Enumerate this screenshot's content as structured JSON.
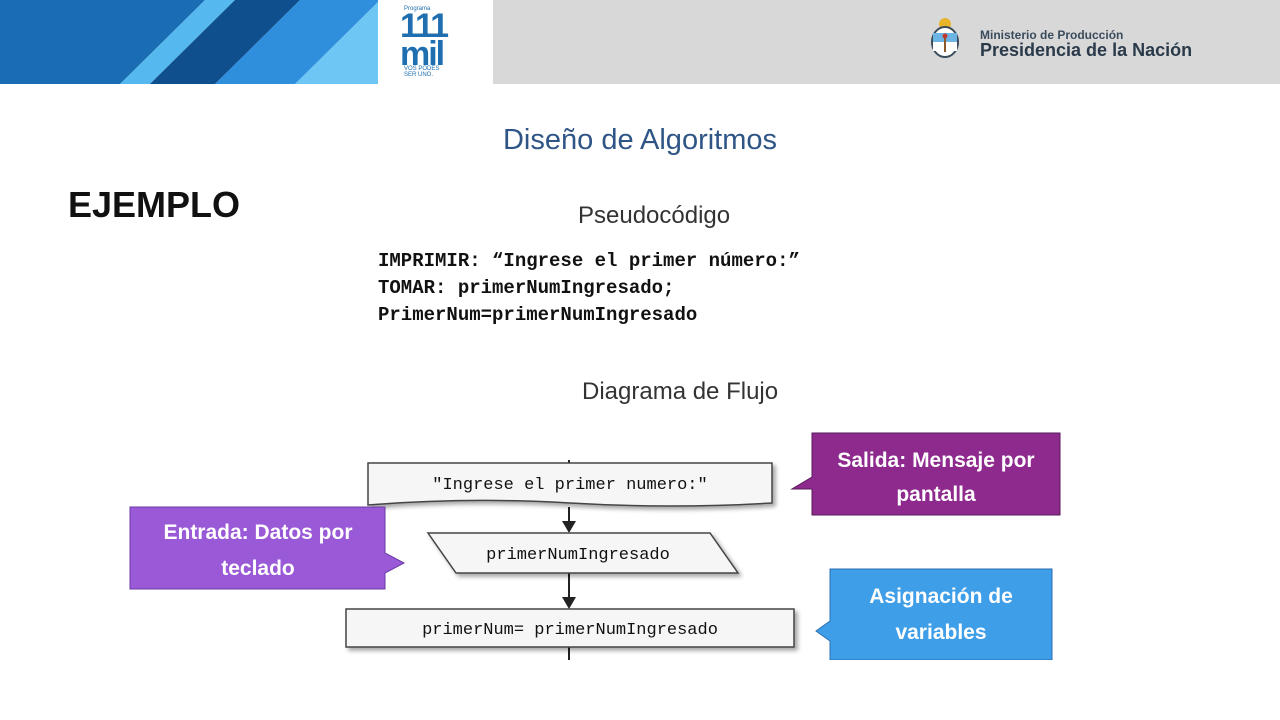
{
  "header": {
    "logo": {
      "program_label": "Programa",
      "number_top": "111",
      "number_bottom": "mil",
      "tagline_1": "VOS PODÉS",
      "tagline_2": "SER UNO."
    },
    "ministry": {
      "line1": "Ministerio de Producción",
      "line2": "Presidencia de la Nación"
    }
  },
  "slide": {
    "title": "Diseño de Algoritmos",
    "label": "EJEMPLO",
    "pseudocode_heading": "Pseudocódigo",
    "pseudocode_lines": [
      "IMPRIMIR: “Ingrese el primer número:”",
      "TOMAR: primerNumIngresado;",
      "PrimerNum=primerNumIngresado"
    ],
    "flowchart_heading": "Diagrama de Flujo"
  },
  "flowchart": {
    "output_box": "\"Ingrese el primer numero:\"",
    "input_box": "primerNumIngresado",
    "process_box": "primerNum= primerNumIngresado",
    "callouts": {
      "output": {
        "line1": "Salida: Mensaje por",
        "line2": "pantalla",
        "color": "#8e2a8e"
      },
      "input": {
        "line1": "Entrada: Datos por",
        "line2": "teclado",
        "color": "#9a59d6"
      },
      "assign": {
        "line1": "Asignación de",
        "line2": "variables",
        "color": "#3f9ee8"
      }
    }
  },
  "colors": {
    "header_bg": "#d8d8d8",
    "brand_blue": "#1f6fb0",
    "title_blue": "#2e5585"
  }
}
